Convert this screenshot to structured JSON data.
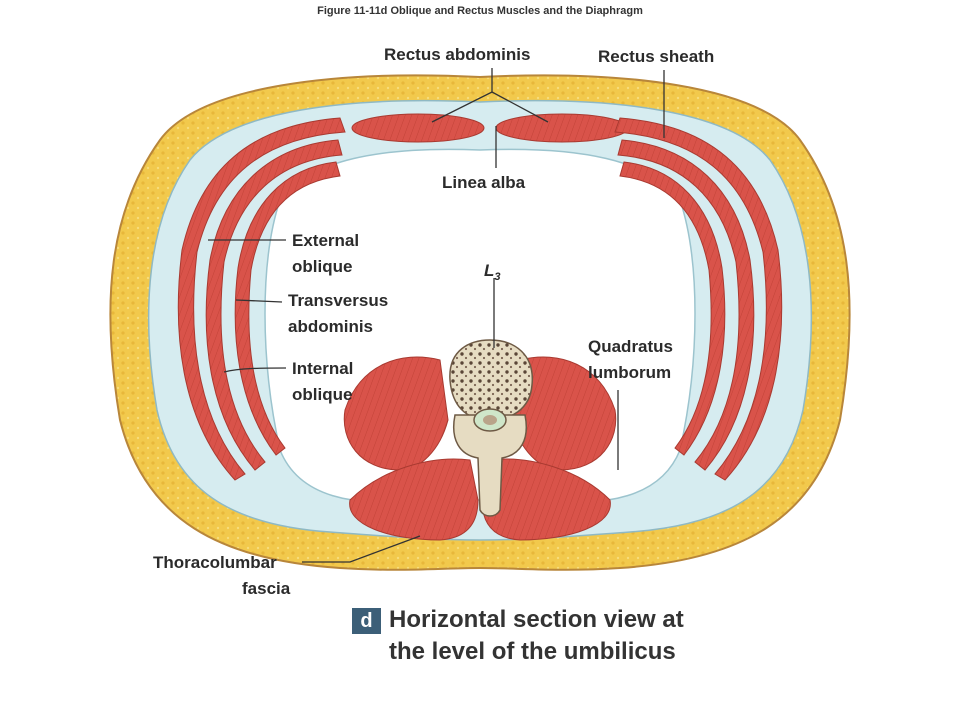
{
  "figure_caption": "Figure 11-11d   Oblique and Rectus Muscles and the Diaphragm",
  "labels": {
    "rectus_abdominis": "Rectus abdominis",
    "rectus_sheath": "Rectus sheath",
    "linea_alba": "Linea alba",
    "external_oblique": [
      "External",
      "oblique"
    ],
    "transversus_abdominis": [
      "Transversus",
      "abdominis"
    ],
    "internal_oblique": [
      "Internal",
      "oblique"
    ],
    "vertebra": "L",
    "vertebra_sub": "3",
    "quadratus_lumborum": [
      "Quadratus",
      "lumborum"
    ],
    "thoracolumbar_fascia": [
      "Thoracolumbar",
      "fascia"
    ]
  },
  "panel": {
    "letter": "d",
    "title_lines": [
      "Horizontal section view at",
      "the level of the umbilicus"
    ]
  },
  "colors": {
    "fat": "#f2c94c",
    "muscle": "#d9534a",
    "fascia": "#d6ecf0",
    "bone": "#e6dcc2",
    "skin_border": "#b8863a",
    "badge": "#3c5f78"
  }
}
